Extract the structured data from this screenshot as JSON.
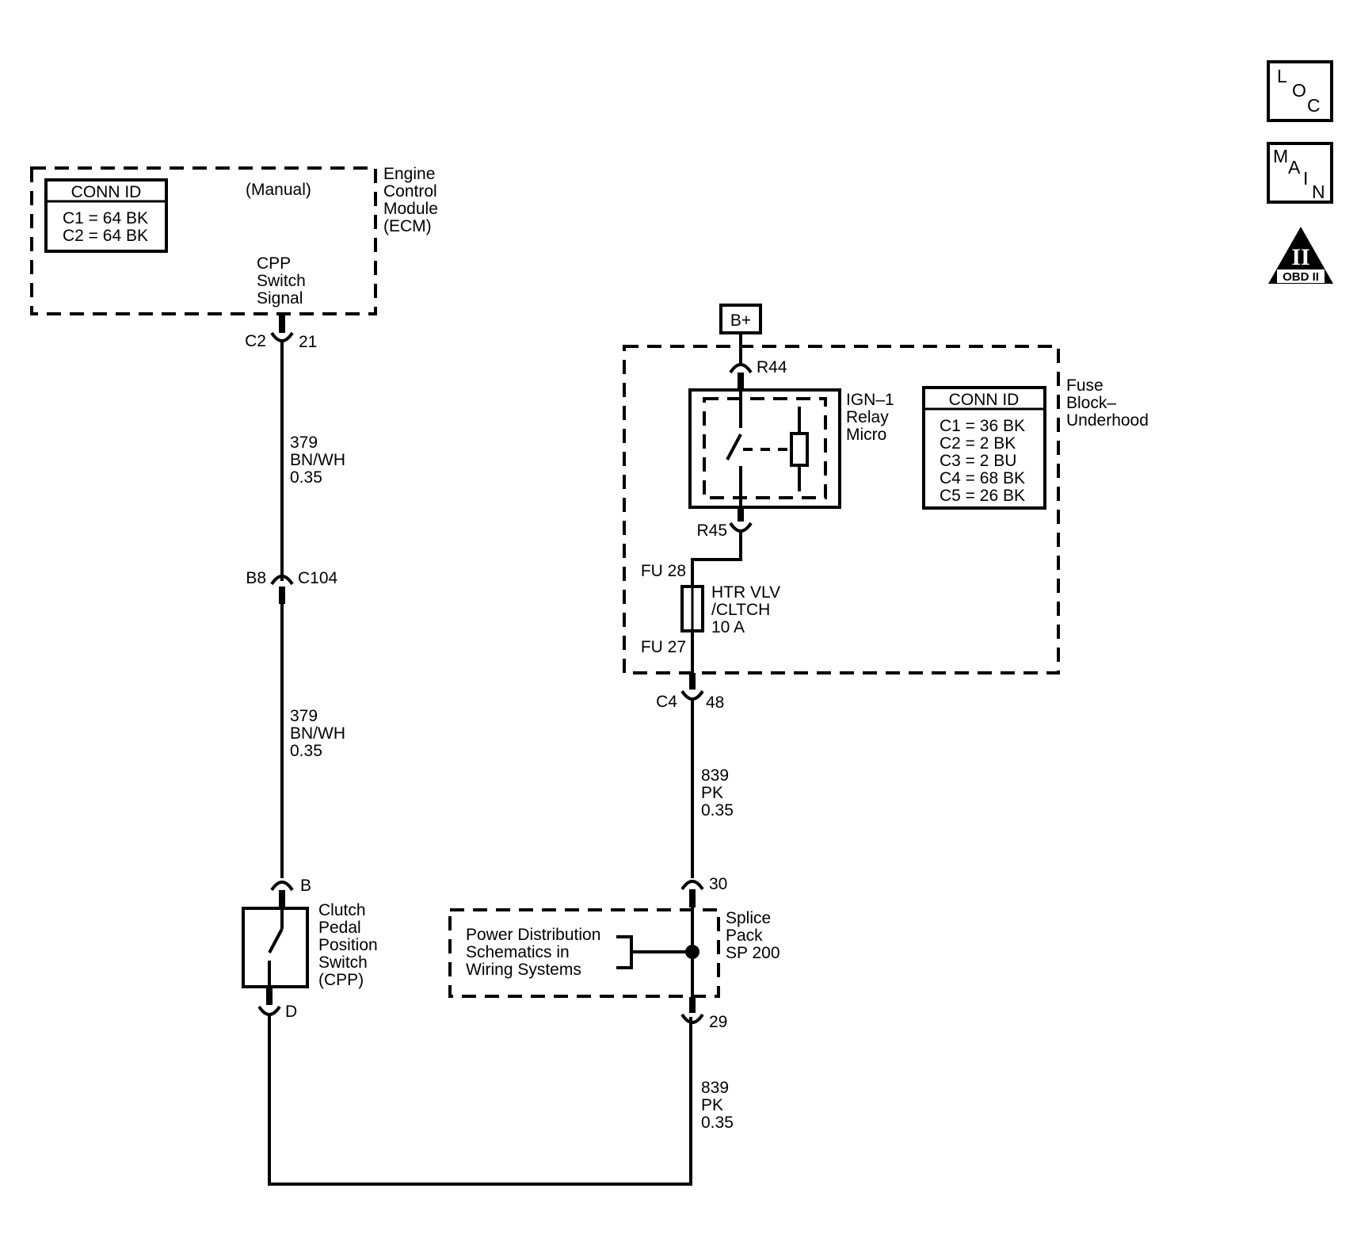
{
  "icons": {
    "loc": [
      "L",
      "O",
      "C"
    ],
    "main": [
      "M",
      "A",
      "I",
      "N"
    ],
    "obd": {
      "roman": "II",
      "label": "OBD II"
    }
  },
  "ecm": {
    "name_lines": [
      "Engine",
      "Control",
      "Module",
      "(ECM)"
    ],
    "variant": "(Manual)",
    "conn_id": {
      "header": "CONN ID",
      "rows": [
        "C1 = 64 BK",
        "C2 = 64 BK"
      ]
    },
    "signal_lines": [
      "CPP",
      "Switch",
      "Signal"
    ],
    "connector": {
      "left": "C2",
      "right": "21"
    }
  },
  "wire_379": {
    "lines": [
      "379",
      "BN/WH",
      "0.35"
    ]
  },
  "c104": {
    "left": "B8",
    "right": "C104"
  },
  "cpp_switch": {
    "pin_top": "B",
    "pin_bottom": "D",
    "name_lines": [
      "Clutch",
      "Pedal",
      "Position",
      "Switch",
      "(CPP)"
    ]
  },
  "battery": {
    "label": "B+"
  },
  "fuse_block": {
    "name_lines": [
      "Fuse",
      "Block–",
      "Underhood"
    ],
    "conn_id": {
      "header": "CONN ID",
      "rows": [
        "C1 = 36 BK",
        "C2 = 2 BK",
        "C3 = 2 BU",
        "C4 = 68 BK",
        "C5 = 26 BK"
      ]
    },
    "relay": {
      "name_lines": [
        "IGN–1",
        "Relay",
        "Micro"
      ],
      "pin_in": "R44",
      "pin_out": "R45"
    },
    "fuse": {
      "top": "FU 28",
      "bottom": "FU 27",
      "name_lines": [
        "HTR VLV",
        "/CLTCH",
        "10 A"
      ]
    },
    "connector": {
      "left": "C4",
      "right": "48"
    }
  },
  "wire_839": {
    "lines": [
      "839",
      "PK",
      "0.35"
    ]
  },
  "splice": {
    "pin_top": "30",
    "pin_bottom": "29",
    "name_lines": [
      "Splice",
      "Pack",
      "SP 200"
    ],
    "ref_lines": [
      "Power Distribution",
      "Schematics in",
      "Wiring Systems"
    ]
  }
}
